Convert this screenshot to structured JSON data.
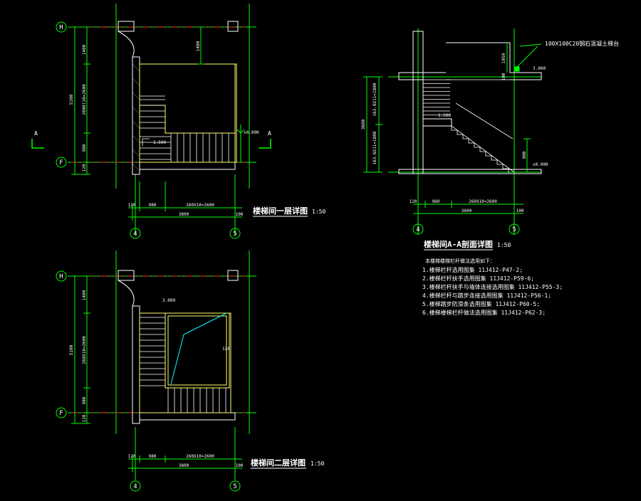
{
  "colors": {
    "background": "#000000",
    "wall": "#ffffff",
    "axis": "#ff3333",
    "dimension": "#00ff00",
    "stair": "#ffff66",
    "annotation": "#00ffff",
    "title": "#ffffff",
    "text": "#ffffff"
  },
  "plan1": {
    "title": "楼梯间一层详图",
    "scale": "1:50",
    "axis_top": "H",
    "axis_bottom": "F",
    "axis_left": "4",
    "axis_right": "5",
    "dim_left_1": "1400",
    "dim_left_2": "2600(10=2600",
    "dim_left_3": "980",
    "dim_left_4": "120",
    "dim_left_total": "5100",
    "dim_top_inner": "1400",
    "dim_bot_1": "120",
    "dim_bot_2": "980",
    "dim_bot_3": "260X10=2600",
    "dim_bot_total": "3800",
    "dim_bot_4": "100",
    "elev_1": "1.500",
    "elev_2": "±0.000",
    "section_mark": "A",
    "section_mark_r": "A"
  },
  "plan2": {
    "title": "楼梯间二层详图",
    "scale": "1:50",
    "axis_top": "H",
    "axis_bottom": "F",
    "axis_left": "4",
    "axis_right": "5",
    "dim_left_1": "1400",
    "dim_left_2": "260X10=2600",
    "dim_left_3": "980",
    "dim_left_4": "120",
    "dim_left_total": "5100",
    "dim_bot_1": "120",
    "dim_bot_2": "980",
    "dim_bot_3": "260X10=2600",
    "dim_bot_total": "3800",
    "dim_bot_4": "100",
    "elev_1": "3.000",
    "dim_right": "120"
  },
  "section": {
    "title": "楼梯间A-A剖面详图",
    "scale": "1:50",
    "axis_left": "4",
    "axis_right": "5",
    "callout": "100X100C20钢石混凝土梯台",
    "elev_top": "3.000",
    "elev_mid": "1.500",
    "elev_bot": "±0.000",
    "dim_left_1": "163.6X11=1800",
    "dim_left_2": "163.6X11=1800",
    "dim_left_total": "3600",
    "dim_right_1": "1050",
    "dim_right_2": "900",
    "dim_right_3": "100",
    "dim_bot_1": "120",
    "dim_bot_2": "960",
    "dim_bot_3": "260X10=2600",
    "dim_bot_total": "3600",
    "dim_bot_4": "100"
  },
  "notes": {
    "heading": "本楼梯楼梯栏杆做法选用如下：",
    "lines": [
      "1.楼梯栏杆选用图集 11J412-P47-2;",
      "2.楼梯栏杆扶手选用图集  11J412-P59-6;",
      "3.楼梯栏杆扶手与墙体连接选用图集  11J412-P55-3;",
      "4.楼梯栏杆与踏步连接选用图集  11J412-P56-1;",
      "5.楼梯踏步防滑条选用图集  11J412-P60-5;",
      "6.楼梯楼梯栏杆做法选用图集  11J412-P62-3;"
    ]
  }
}
